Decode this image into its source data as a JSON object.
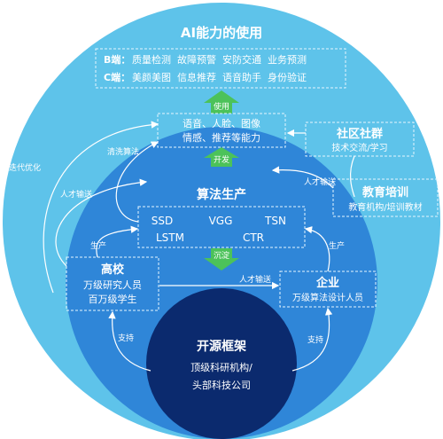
{
  "outer": {
    "title": "AI能力的使用",
    "b_label": "B端：",
    "b_items": "质量检测  故障预警  安防交通  业务预测",
    "c_label": "C端：",
    "c_items": "美颜美图  信息推荐  语音助手  身份验证"
  },
  "capability": {
    "line1": "语音、人脸、图像",
    "line2": "情感、推荐等能力"
  },
  "community": {
    "title": "社区社群",
    "sub": "技术交流/学习"
  },
  "education": {
    "title": "教育培训",
    "sub": "教育机构/培训教材"
  },
  "middle": {
    "title": "算法生产"
  },
  "algorithms": {
    "row1": [
      "SSD",
      "VGG",
      "TSN"
    ],
    "row2": [
      "LSTM",
      "CTR"
    ]
  },
  "university": {
    "title": "高校",
    "line1": "万级研究人员",
    "line2": "百万级学生"
  },
  "enterprise": {
    "title": "企业",
    "sub": "万级算法设计人员"
  },
  "opensource": {
    "title": "开源框架",
    "line1": "顶级科研机构/",
    "line2": "头部科技公司"
  },
  "arrows": {
    "use": "使用",
    "develop": "开发",
    "deposit": "沉淀",
    "iterate": "迭代优化",
    "feedback": "清洗算法",
    "talent_left": "人才输送",
    "talent_right": "人才输送",
    "talent_mid": "人才输送",
    "produce_left": "生产",
    "produce_right": "生产",
    "support_left": "支持",
    "support_right": "支持"
  },
  "colors": {
    "outer": "#5ec3ea",
    "middle": "#2f86d8",
    "inner": "#0b2a6e",
    "arrow_green": "#4cc25a",
    "text_white": "#ffffff",
    "dash": "#e6f6ff"
  }
}
